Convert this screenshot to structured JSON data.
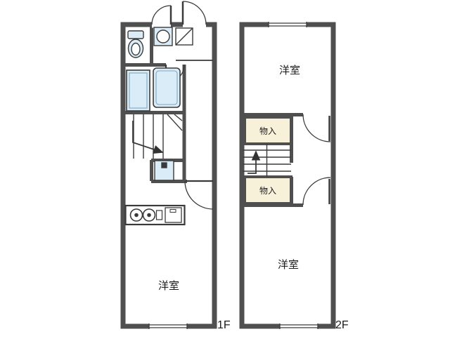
{
  "plan": {
    "floor1": {
      "label": "1F",
      "room_label": "洋室"
    },
    "floor2": {
      "label": "2F",
      "room_top_label": "洋室",
      "room_bottom_label": "洋室",
      "closet_top_label": "物入",
      "closet_bottom_label": "物入"
    }
  },
  "colors": {
    "wall": "#4f4f4f",
    "line": "#3a3a3a",
    "fixture": "#d9ecf7",
    "closet": "#f8f1da",
    "background": "#ffffff",
    "text": "#1b1b1b"
  }
}
